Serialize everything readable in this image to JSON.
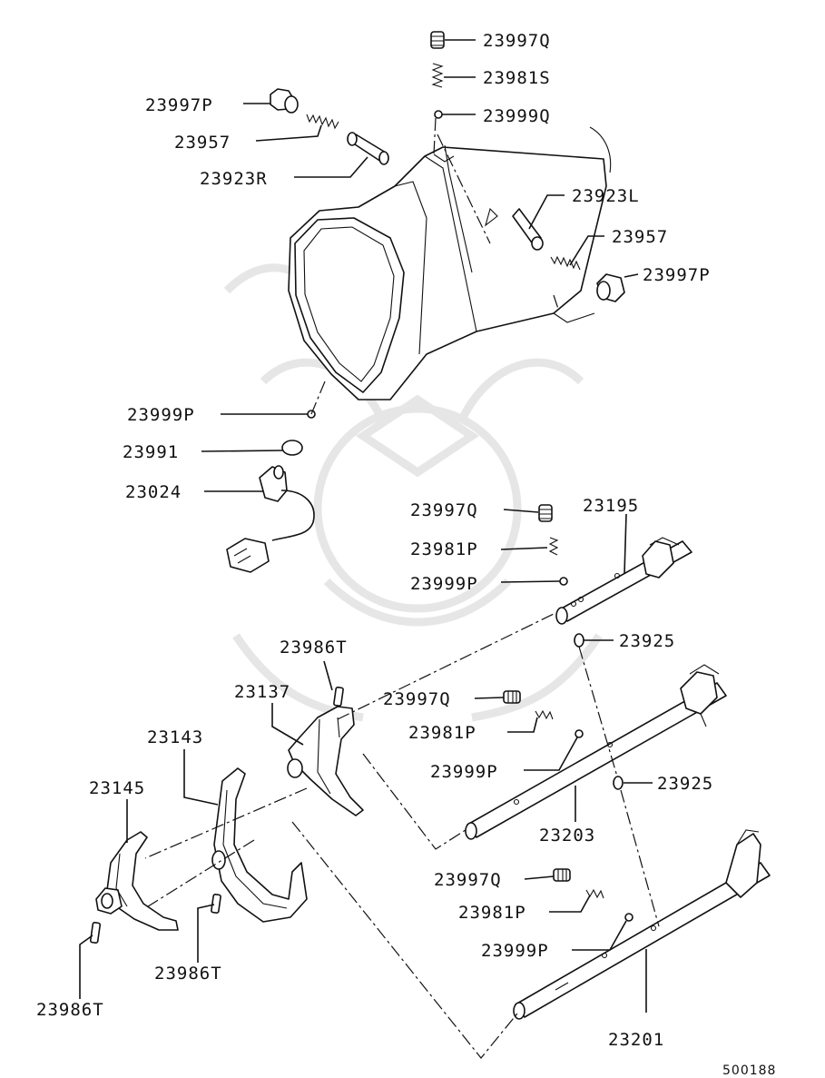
{
  "diagram": {
    "reference_code": "500188",
    "callouts": [
      {
        "id": "c1",
        "label": "23997Q"
      },
      {
        "id": "c2",
        "label": "23981S"
      },
      {
        "id": "c3",
        "label": "23999Q"
      },
      {
        "id": "c4",
        "label": "23997P"
      },
      {
        "id": "c5",
        "label": "23957"
      },
      {
        "id": "c6",
        "label": "23923R"
      },
      {
        "id": "c7",
        "label": "23923L"
      },
      {
        "id": "c8",
        "label": "23957"
      },
      {
        "id": "c9",
        "label": "23997P"
      },
      {
        "id": "c10",
        "label": "23999P"
      },
      {
        "id": "c11",
        "label": "23991"
      },
      {
        "id": "c12",
        "label": "23024"
      },
      {
        "id": "c13",
        "label": "23997Q"
      },
      {
        "id": "c14",
        "label": "23195"
      },
      {
        "id": "c15",
        "label": "23981P"
      },
      {
        "id": "c16",
        "label": "23999P"
      },
      {
        "id": "c17",
        "label": "23925"
      },
      {
        "id": "c18",
        "label": "23986T"
      },
      {
        "id": "c19",
        "label": "23137"
      },
      {
        "id": "c20",
        "label": "23997Q"
      },
      {
        "id": "c21",
        "label": "23143"
      },
      {
        "id": "c22",
        "label": "23981P"
      },
      {
        "id": "c23",
        "label": "23999P"
      },
      {
        "id": "c24",
        "label": "23145"
      },
      {
        "id": "c25",
        "label": "23925"
      },
      {
        "id": "c26",
        "label": "23203"
      },
      {
        "id": "c27",
        "label": "23997Q"
      },
      {
        "id": "c28",
        "label": "23981P"
      },
      {
        "id": "c29",
        "label": "23999P"
      },
      {
        "id": "c30",
        "label": "23986T"
      },
      {
        "id": "c31",
        "label": "23201"
      },
      {
        "id": "c32",
        "label": "23986T"
      }
    ]
  }
}
